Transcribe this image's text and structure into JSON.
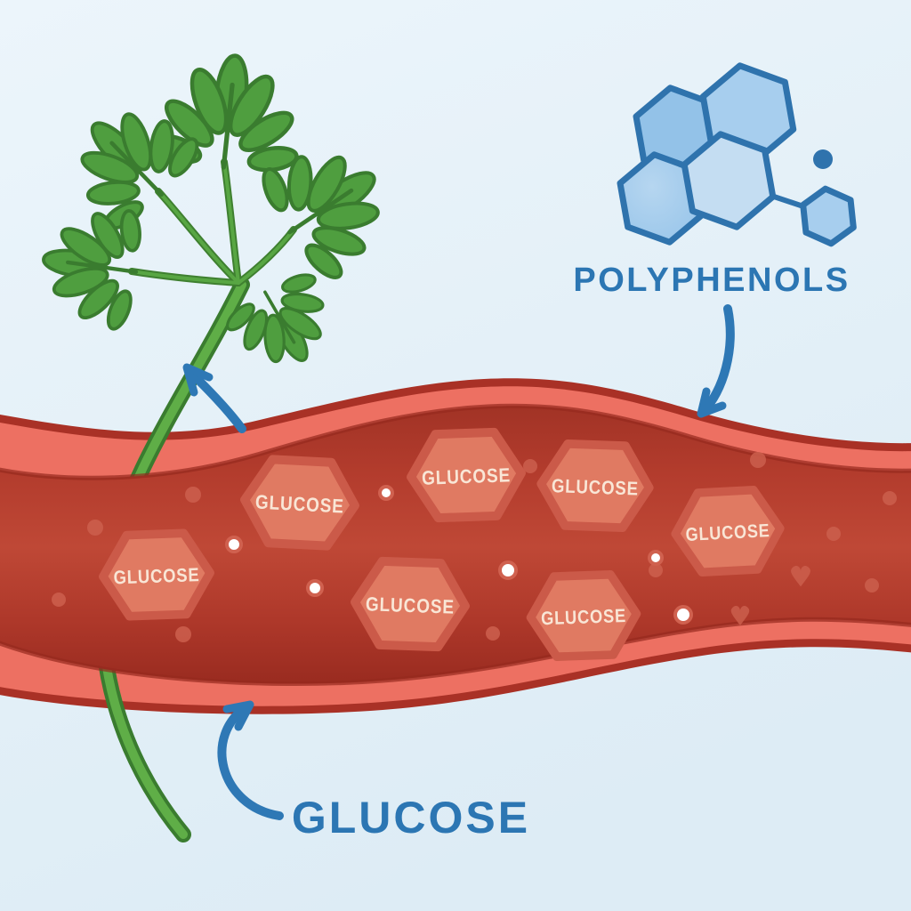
{
  "diagram": {
    "type": "health-illustration",
    "background_color": "#e8f2f9",
    "label_color": "#2c76b3",
    "arrow_color": "#2e78b5",
    "labels": {
      "polyphenols": "POLYPHENOLS",
      "glucose": "GLUCOSE"
    },
    "vessel": {
      "outline_color": "#a93126",
      "wall_color": "#ef7b6b",
      "interior_color": "#b53d2e",
      "hexagon_fill": "#e07a62",
      "hexagon_halo": "#cb5a49",
      "hexagon_text_color": "#f9e6d6",
      "hexagons": [
        {
          "label": "GLUCOSE"
        },
        {
          "label": "GLUCOSE"
        },
        {
          "label": "GLUCOSE"
        },
        {
          "label": "GLUCOSE"
        },
        {
          "label": "GLUCOSE"
        },
        {
          "label": "GLUCOSE"
        },
        {
          "label": "GLUCOSE"
        }
      ]
    },
    "herb": {
      "name": "parsley-sprig",
      "leaf_color": "#4f9e3f",
      "stem_color": "#5fae47"
    },
    "molecule": {
      "name": "polyphenol-molecule",
      "fill_color": "#a7ceee",
      "fill_light": "#c4ddf2",
      "stroke_color": "#2f73ad"
    }
  }
}
